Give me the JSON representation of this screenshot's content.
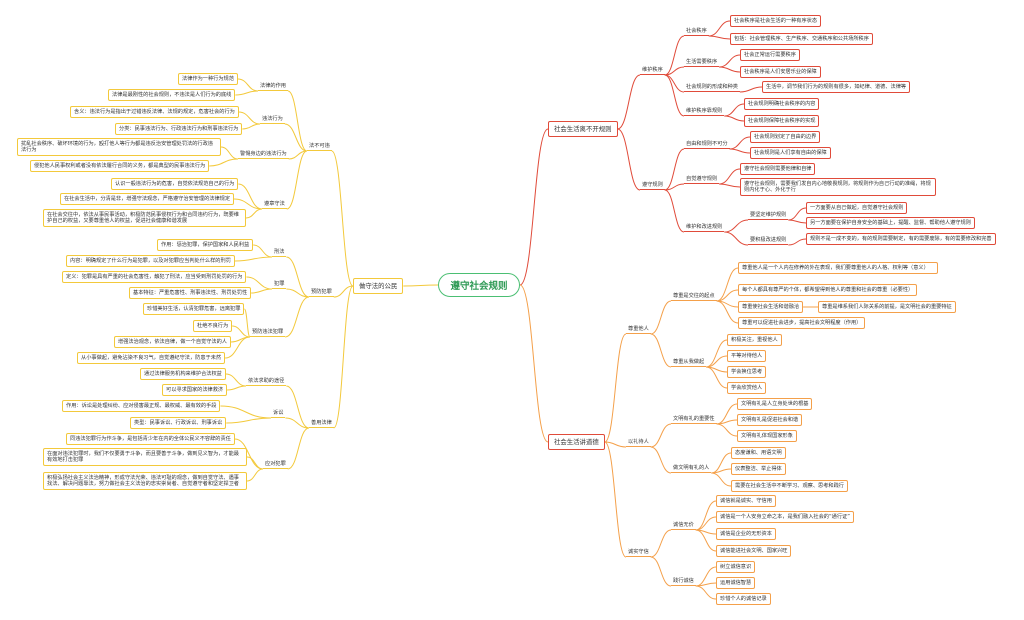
{
  "root": "遵守社会规则",
  "branches": {
    "b1": "社会生活离不开规则",
    "b2": "社会生活讲道德",
    "b3": "做守法的公民"
  },
  "right1": {
    "n1": "维护秩序",
    "n1a": "社会秩序",
    "n1a1": "社会秩序是社会生活的一种有序状态",
    "n1a2": "包括：社会管理秩序、生产秩序、交通秩序和公共场所秩序",
    "n1b": "生活需要秩序",
    "n1b1": "社会正常运行需要秩序",
    "n1b2": "社会秩序是人们安居乐业的保障",
    "n1c": "社会规则的形成和种类",
    "n1c1": "生活中，调节我们行为的规则有很多，如纪律、道德、法律等",
    "n1d": "维护秩序靠规则",
    "n1d1": "社会规则明确社会秩序的内容",
    "n1d2": "社会规则保障社会秩序的实现",
    "n2": "遵守规则",
    "n2a": "自由和规则不可分",
    "n2a1": "社会规则划定了自由的边界",
    "n2a2": "社会规则是人们享有自由的保障",
    "n2b": "自觉遵守规则",
    "n2b1": "遵守社会规则需要他律和自律",
    "n2b2": "遵守社会规则，需要我们发自内心地敬畏规则，将规则作为自己行动的准绳，将规则内化于心、外化于行",
    "n2c": "维护和改进规则",
    "n2c1": "要坚定维护规则",
    "n2c1a": "一方面要从自己做起，自觉遵守社会规则",
    "n2c1b": "另一方面要在保护自身安全的基础上，提醒、监督、帮助他人遵守规则",
    "n2c2": "要积极改进规则",
    "n2c2a": "规则不是一成不变的，有的规则需要制定，有的需要废除，有的需要修改和完善"
  },
  "right2": {
    "m1": "尊重他人",
    "m1a": "尊重是交往的起点",
    "m1a1": "尊重他人是一个人内在修养的外在表现，我们要尊重他人的人格、权利等（意义）",
    "m1a2": "每个人都具有尊严的个体，都希望得到他人的尊重和社会的尊重（必要性）",
    "m1a3": "尊重使社会生活和谐融洽",
    "m1a3a": "尊重是维系我们人际关系的前提，是文明社会的重要特征",
    "m1a4": "尊重可以促进社会进步，提高社会文明程度（作用）",
    "m1b": "尊重从我做起",
    "m1b1": "积极关注，重视他人",
    "m1b2": "平等对待他人",
    "m1b3": "学会换位思考",
    "m1b4": "学会欣赏他人",
    "m2": "以礼待人",
    "m2a": "文明有礼的重要性",
    "m2a1": "文明有礼是人立身处世的根基",
    "m2a2": "文明有礼是促进社会和谐",
    "m2a3": "文明有礼体现国家形象",
    "m2b": "做文明有礼的人",
    "m2b1": "态度谦和、用语文明",
    "m2b2": "仪表整洁、举止得体",
    "m2b3": "需要在社会生活中不断学习、观察、思考和践行",
    "m3": "诚实守信",
    "m3a": "诚信无价",
    "m3a1": "诚信就是诚实、守信用",
    "m3a2": "诚信是一个人安身立命之本，是我们融入社会的“通行证”",
    "m3a3": "诚信是企业的无形资本",
    "m3a4": "诚信能进社会文明、国家兴旺",
    "m3b": "践行诚信",
    "m3b1": "树立诚信意识",
    "m3b2": "运用诚信智慧",
    "m3b3": "珍惜个人的诚信记录"
  },
  "left": {
    "p1": "法不可违",
    "p1a": "法律的作用",
    "p1a1": "法律作为一种行为规范",
    "p1a2": "法律是最刚性的社会规则，不违法是人们行为的底线",
    "p1b": "违法行为",
    "p1b1": "含义：违法行为是指出于过错违反法律、法规的规定，危害社会的行为",
    "p1b2": "分类：民事违法行为、行政违法行为和刑事违法行为",
    "p1c": "警惕身边的违法行为",
    "p1c1": "扰乱社会秩序、破坏环境的行为，殴打他人等行为都是违反治安管理处罚法的行政违法行为",
    "p1c2": "侵犯他人民事权利或者没有依法履行合同的义务，都是典型的民事违法行为",
    "p1d": "遵章守法",
    "p1d1": "认识一般违法行为的危害，自觉依法规范自己的行为",
    "p1d2": "在社会生活中，分清是非，增强守法观念，严格遵守治安管理的法律规定",
    "p1d3": "在社会交往中，依法从事民事活动，积极防范民事侵权行为和合同违约行为，既要维护自己的权益，又要尊重他人的权益，促进社会健康和谐发展",
    "p2": "预防犯罪",
    "p2a": "刑法",
    "p2a1": "作用：惩治犯罪，保护国家和人民利益",
    "p2a2": "内容：明确规定了什么行为是犯罪，以及对犯罪应当判处什么样的刑罚",
    "p2b": "犯罪",
    "p2b1": "定义：犯罪是具有严重的社会危害性，触犯了刑法，应当受到刑罚处罚的行为",
    "p2b2": "基本特征：严重危害性、刑事违法性、刑罚处罚性",
    "p2c": "预防违法犯罪",
    "p2c1": "珍惜美好生活，认清犯罪危害，远离犯罪",
    "p2c2": "杜绝不良行为",
    "p2c3": "增强法治观念，依法自律，做一个自觉守法的人",
    "p2c4": "从小事做起，避免沾染不良习气，自觉遵纪守法，防患于未然",
    "p3": "善用法律",
    "p3a": "依法求助的途径",
    "p3a1": "通过法律服务机构来维护合法权益",
    "p3a2": "可以寻求国家的法律救济",
    "p3b": "诉讼",
    "p3b1": "作用：诉讼是处理纠纷、应对侵害最正规、最权威、最有效的手段",
    "p3b2": "类型：民事诉讼、行政诉讼、刑事诉讼",
    "p3c": "应对犯罪",
    "p3c1": "同违法犯罪行为作斗争，是包括青少年在内的全体公民义不容辞的责任",
    "p3c2": "在面对违法犯罪时，我们不仅要勇于斗争，而且要善于斗争，做到见义智为，才能最有效地打击犯罪",
    "p3c3": "积极弘扬社会主义法治精神，形成守法光荣、违法可耻的观念，做到自觉守法、遇事找法、解决问题靠法，努力做社会主义法治的忠实崇尚者、自觉遵守者和坚定捍卫者"
  }
}
